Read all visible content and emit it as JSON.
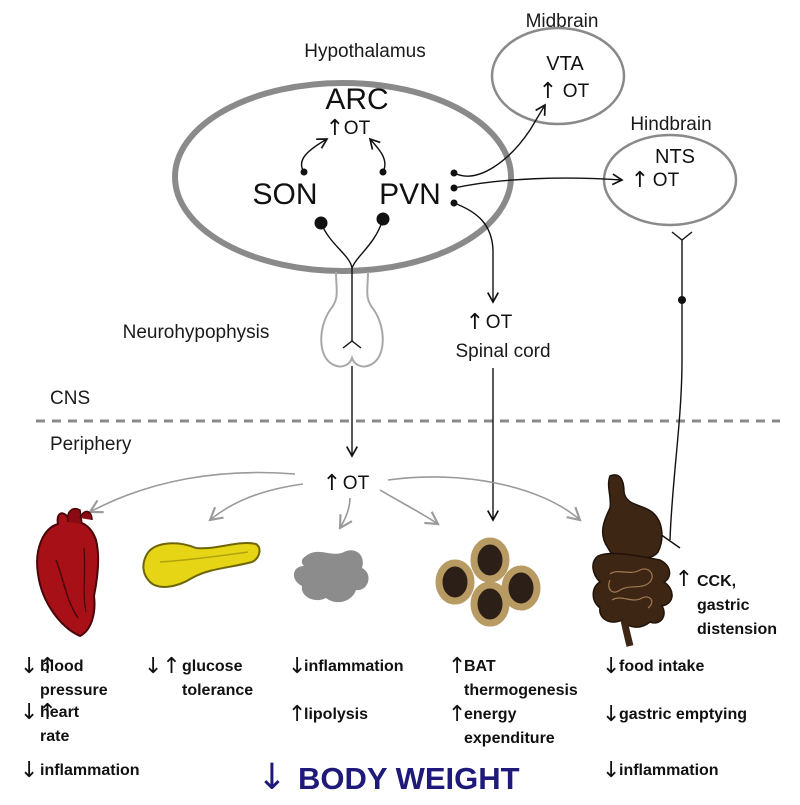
{
  "regions": {
    "hypothalamus": "Hypothalamus",
    "midbrain": "Midbrain",
    "hindbrain": "Hindbrain",
    "neurohypophysis": "Neurohypophysis",
    "cns": "CNS",
    "periphery": "Periphery"
  },
  "nuclei": {
    "arc": "ARC",
    "son": "SON",
    "pvn": "PVN",
    "vta": "VTA",
    "nts": "NTS"
  },
  "ot": {
    "arrow": "↑",
    "label": "OT",
    "spinal_cord": "Spinal cord"
  },
  "stomach_signal": {
    "arrow": "↑",
    "line1": "CCK,",
    "line2": "gastric",
    "line3": "distension"
  },
  "effects": {
    "heart": [
      {
        "arrow": "↓↑",
        "lines": [
          "blood",
          "pressure"
        ]
      },
      {
        "arrow": "↓↑",
        "lines": [
          "heart",
          "rate"
        ]
      },
      {
        "arrow": "↓",
        "lines": [
          "inflammation"
        ]
      }
    ],
    "pancreas": [
      {
        "arrow": "↓↑",
        "lines": [
          "glucose",
          "tolerance"
        ]
      }
    ],
    "adipose": [
      {
        "arrow": "↓",
        "lines": [
          "inflammation"
        ]
      },
      {
        "arrow": "↑",
        "lines": [
          "lipolysis"
        ]
      }
    ],
    "bat": [
      {
        "arrow": "↑",
        "lines": [
          "BAT",
          "thermogenesis"
        ]
      },
      {
        "arrow": "↑",
        "lines": [
          "energy",
          "expenditure"
        ]
      }
    ],
    "gut": [
      {
        "arrow": "↓",
        "lines": [
          "food intake"
        ]
      },
      {
        "arrow": "↓",
        "lines": [
          "gastric emptying"
        ]
      },
      {
        "arrow": "↓",
        "lines": [
          "inflammation"
        ]
      }
    ]
  },
  "outcome": {
    "arrow": "↓",
    "label": "BODY WEIGHT"
  },
  "colors": {
    "outline": "#8a8a8a",
    "heart": "#a81018",
    "pancreas": "#e6d514",
    "adipose": "#8c8c8c",
    "bat_ring": "#b89a63",
    "bat_core": "#2b1f17",
    "gut": "#3d2614",
    "outcome": "#1f1a7a"
  }
}
